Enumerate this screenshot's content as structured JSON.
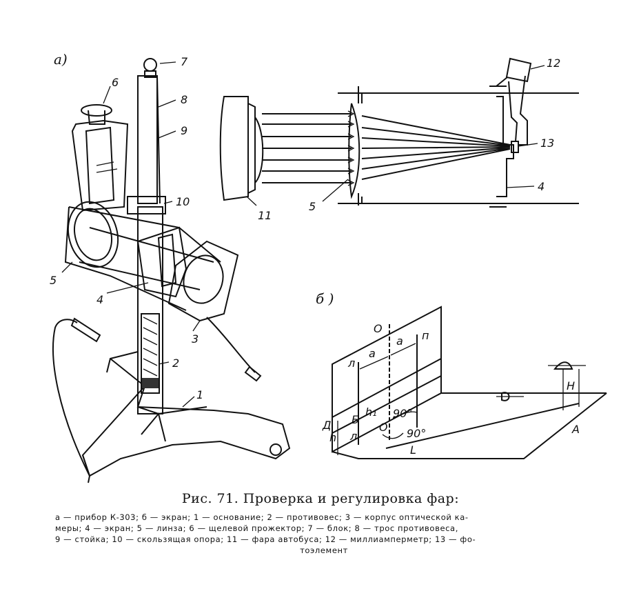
{
  "panel_a": {
    "tag": "а)",
    "labels": {
      "l1": "1",
      "l2": "2",
      "l3": "3",
      "l4": "4",
      "l5": "5",
      "l6": "6",
      "l7": "7",
      "l8": "8",
      "l9": "9",
      "l10": "10"
    }
  },
  "panel_optics": {
    "labels": {
      "l11": "11",
      "l5": "5",
      "l12": "12",
      "l13": "13",
      "l4": "4"
    }
  },
  "panel_b": {
    "tag": "б )",
    "labels": {
      "o_top": "О",
      "a1": "а",
      "a2": "а",
      "l_left": "л",
      "p_right": "п",
      "b": "Б",
      "h1": "h₁",
      "d": "Д",
      "h": "h",
      "l_low": "л",
      "o_low": "О",
      "ang1": "90°",
      "ang2": "90°",
      "L": "L",
      "A": "A",
      "H": "H"
    }
  },
  "caption": {
    "title": "Рис. 71. Проверка и регулировка фар:",
    "legend_line1": "а — прибор К-303; б — экран; 1 — основание; 2 — противовес; 3 — корпус оптической ка-",
    "legend_line2": "меры; 4 — экран; 5 — линза; 6 — щелевой прожектор; 7 — блок; 8 — трос противовеса,",
    "legend_line3": "9 — стойка; 10 — скользящая опора; 11 — фара автобуса; 12 — миллиамперметр; 13 — фо-",
    "legend_line4": "тоэлемент"
  }
}
